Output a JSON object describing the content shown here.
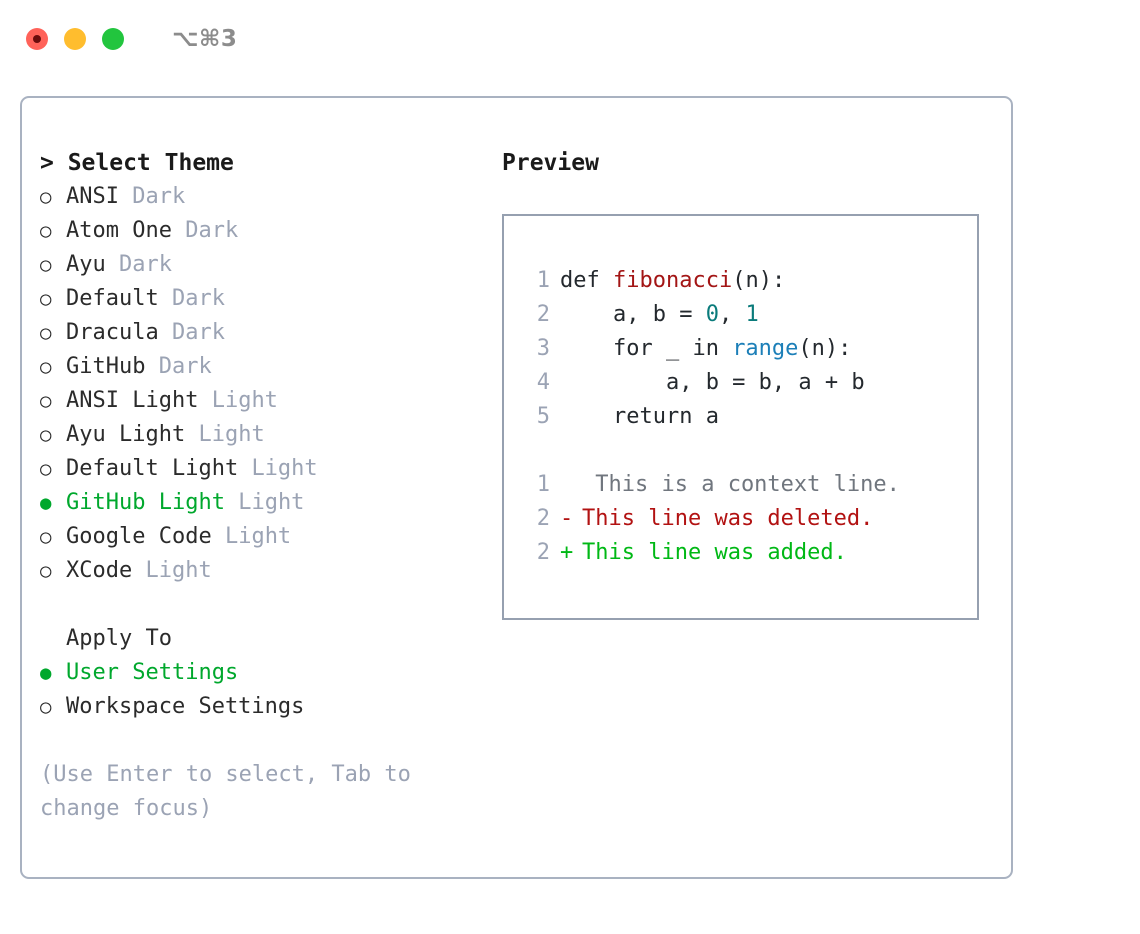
{
  "titlebar": {
    "shortcut": "⌥⌘3",
    "lights": [
      {
        "name": "close-button",
        "color": "#ff6259",
        "recording": true
      },
      {
        "name": "minimize-button",
        "color": "#ffbd2e",
        "recording": false
      },
      {
        "name": "maximize-button",
        "color": "#22c53e",
        "recording": false
      }
    ]
  },
  "theme_picker": {
    "header": "> Select Theme",
    "items": [
      {
        "bullet": "○",
        "name": "ANSI",
        "variant": "Dark",
        "selected": false
      },
      {
        "bullet": "○",
        "name": "Atom One",
        "variant": "Dark",
        "selected": false
      },
      {
        "bullet": "○",
        "name": "Ayu",
        "variant": "Dark",
        "selected": false
      },
      {
        "bullet": "○",
        "name": "Default",
        "variant": "Dark",
        "selected": false
      },
      {
        "bullet": "○",
        "name": "Dracula",
        "variant": "Dark",
        "selected": false
      },
      {
        "bullet": "○",
        "name": "GitHub",
        "variant": "Dark",
        "selected": false
      },
      {
        "bullet": "○",
        "name": "ANSI Light",
        "variant": "Light",
        "selected": false
      },
      {
        "bullet": "○",
        "name": "Ayu Light",
        "variant": "Light",
        "selected": false
      },
      {
        "bullet": "○",
        "name": "Default Light",
        "variant": "Light",
        "selected": false
      },
      {
        "bullet": "●",
        "name": "GitHub Light",
        "variant": "Light",
        "selected": true
      },
      {
        "bullet": "○",
        "name": "Google Code",
        "variant": "Light",
        "selected": false
      },
      {
        "bullet": "○",
        "name": "XCode",
        "variant": "Light",
        "selected": false
      }
    ]
  },
  "apply_to": {
    "header": "Apply To",
    "items": [
      {
        "bullet": "●",
        "label": "User Settings",
        "selected": true
      },
      {
        "bullet": "○",
        "label": "Workspace Settings",
        "selected": false
      }
    ]
  },
  "hint": "(Use Enter to select, Tab to change focus)",
  "preview": {
    "header": "Preview",
    "code_lines": [
      {
        "no": "1",
        "segments": [
          {
            "text": "def ",
            "tok": "plain"
          },
          {
            "text": "fibonacci",
            "tok": "fn"
          },
          {
            "text": "(n):",
            "tok": "plain"
          }
        ]
      },
      {
        "no": "2",
        "segments": [
          {
            "text": "    a, b = ",
            "tok": "plain"
          },
          {
            "text": "0",
            "tok": "num"
          },
          {
            "text": ", ",
            "tok": "plain"
          },
          {
            "text": "1",
            "tok": "num"
          }
        ]
      },
      {
        "no": "3",
        "segments": [
          {
            "text": "    for _ in ",
            "tok": "plain"
          },
          {
            "text": "range",
            "tok": "call"
          },
          {
            "text": "(n):",
            "tok": "plain"
          }
        ]
      },
      {
        "no": "4",
        "segments": [
          {
            "text": "        a, b = b, a + b",
            "tok": "plain"
          }
        ]
      },
      {
        "no": "5",
        "segments": [
          {
            "text": "    return a",
            "tok": "plain"
          }
        ]
      }
    ],
    "diff_lines": [
      {
        "no": "1",
        "marker": " ",
        "text": " This is a context line.",
        "kind": "ctx"
      },
      {
        "no": "2",
        "marker": "-",
        "text": "This line was deleted.",
        "kind": "del"
      },
      {
        "no": "2",
        "marker": "+",
        "text": "This line was added.",
        "kind": "add"
      }
    ]
  },
  "colors": {
    "accent_green": "#00a82d",
    "muted_gray": "#9ba3b4",
    "border": "#a9b2c1",
    "fn_red": "#a31515",
    "num_teal": "#0a7b7b",
    "call_blue": "#1c7fb8",
    "diff_del": "#b21212",
    "diff_add": "#00b815"
  }
}
